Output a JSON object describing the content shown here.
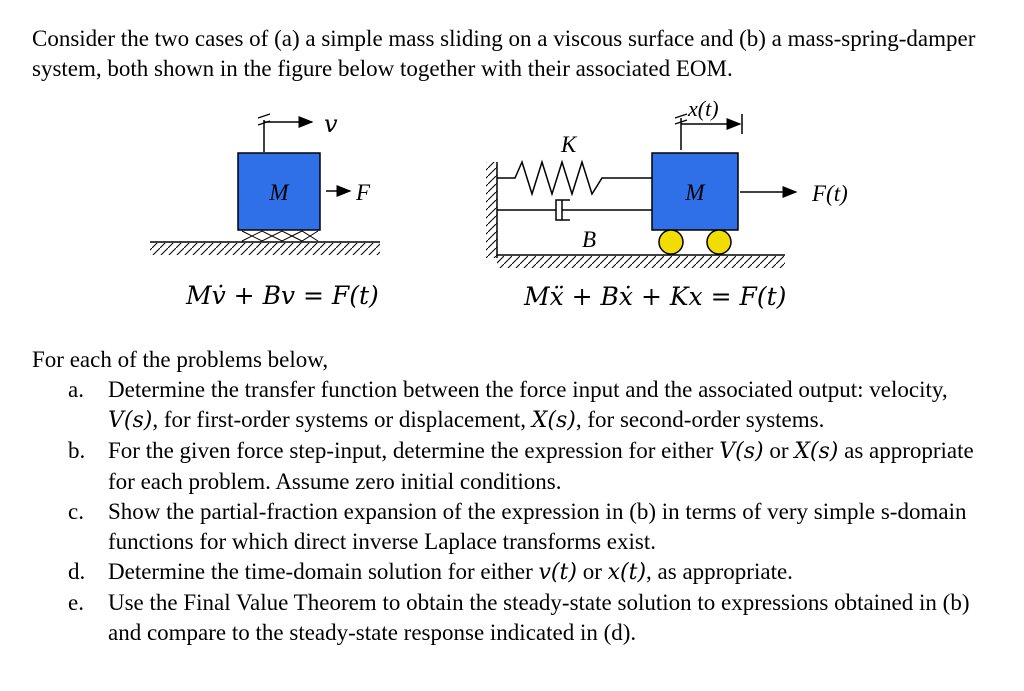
{
  "intro": "Consider the two cases of (a) a simple mass sliding on a viscous surface and (b) a mass-spring-damper system, both shown in the figure below together with their associated EOM.",
  "figure_a": {
    "velocity_label": "v",
    "mass_label": "M",
    "force_label": "F",
    "equation": "Mv̇ + Bv = F(t)"
  },
  "figure_b": {
    "displacement_label": "x(t)",
    "spring_label": "K",
    "damper_label": "B",
    "mass_label": "M",
    "force_label": "F(t)",
    "equation": "Mẍ + Bẋ + Kx = F(t)"
  },
  "problems_intro": "For each of the problems below,",
  "problems": [
    {
      "letter": "a.",
      "parts": [
        "Determine the transfer function between the force input and the associated output: velocity, ",
        "V(s)",
        ", for first-order systems or displacement, ",
        "X(s)",
        ", for second-order systems."
      ]
    },
    {
      "letter": "b.",
      "parts": [
        "For the given force step-input, determine the expression for either ",
        "V(s)",
        " or ",
        "X(s)",
        " as appropriate for each problem. Assume zero initial conditions."
      ]
    },
    {
      "letter": "c.",
      "parts": [
        "Show the partial-fraction expansion of the expression in (b) in terms of very simple s-domain functions for which direct inverse Laplace transforms exist."
      ]
    },
    {
      "letter": "d.",
      "parts": [
        "Determine the time-domain solution for either ",
        "v(t)",
        " or ",
        "x(t)",
        ", as appropriate."
      ]
    },
    {
      "letter": "e.",
      "parts": [
        "Use the Final Value Theorem to obtain the steady-state solution to expressions obtained in (b) and compare to the steady-state response indicated in (d)."
      ]
    }
  ],
  "colors": {
    "mass_fill": "#2f6fe8",
    "wheel_fill": "#f2dd00"
  }
}
